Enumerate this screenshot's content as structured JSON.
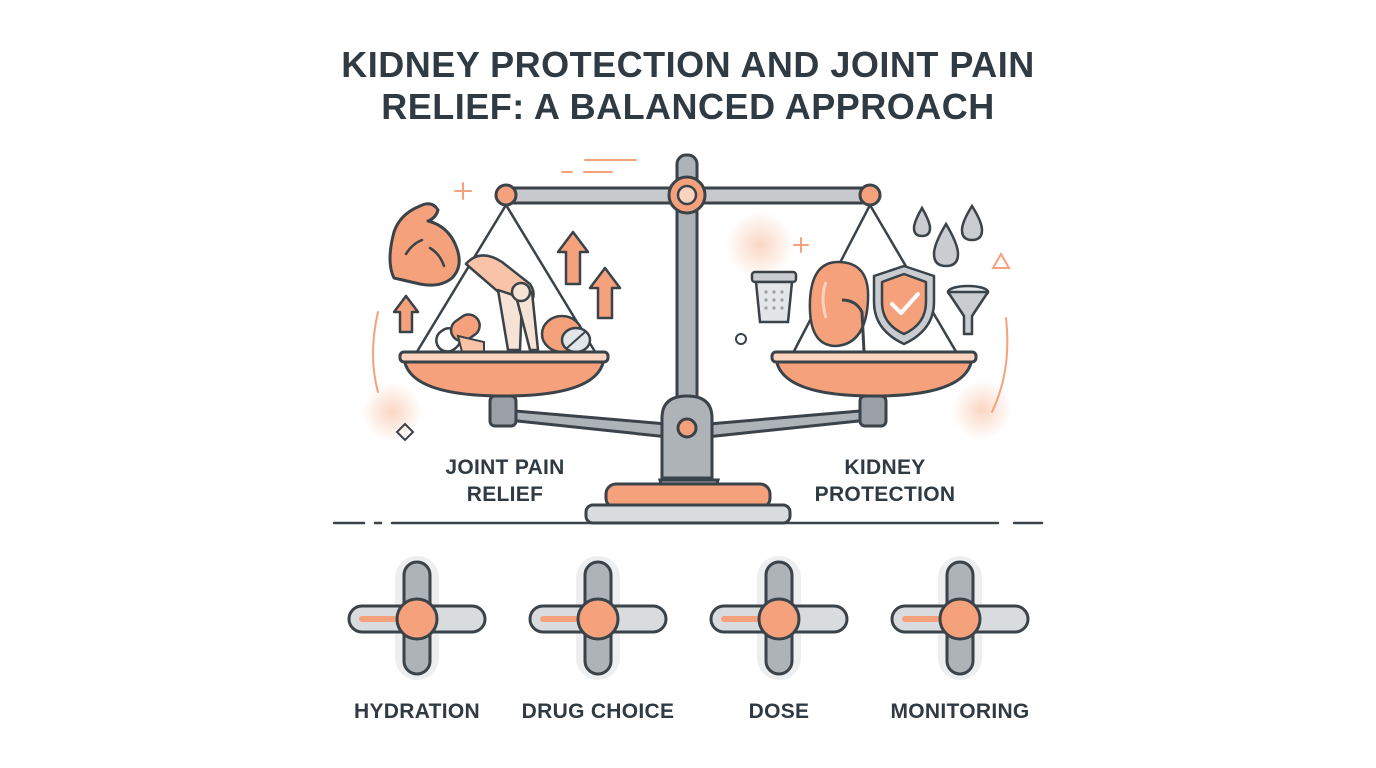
{
  "title": {
    "line1": "KIDNEY PROTECTION AND JOINT PAIN",
    "line2": "RELIEF: A BALANCED APPROACH"
  },
  "scale": {
    "left_label": {
      "line1": "JOINT PAIN",
      "line2": "RELIEF"
    },
    "right_label": {
      "line1": "KIDNEY",
      "line2": "PROTECTION"
    },
    "left_icons": [
      "flexed-arm-icon",
      "knee-joint-icon",
      "capsule-pill-icon",
      "tablet-pill-icon",
      "up-arrow-icon"
    ],
    "right_icons": [
      "kidney-icon",
      "shield-check-icon",
      "water-drop-icon",
      "filter-icon",
      "funnel-icon"
    ]
  },
  "factors": [
    {
      "label": "HYDRATION"
    },
    {
      "label": "DRUG CHOICE"
    },
    {
      "label": "DOSE"
    },
    {
      "label": "MONITORING"
    }
  ],
  "colors": {
    "accent": "#f5a27c",
    "accent_light": "#fbd3bf",
    "outline": "#3a424a",
    "gray": "#9aa0a6",
    "gray_light": "#d9dcdf"
  }
}
